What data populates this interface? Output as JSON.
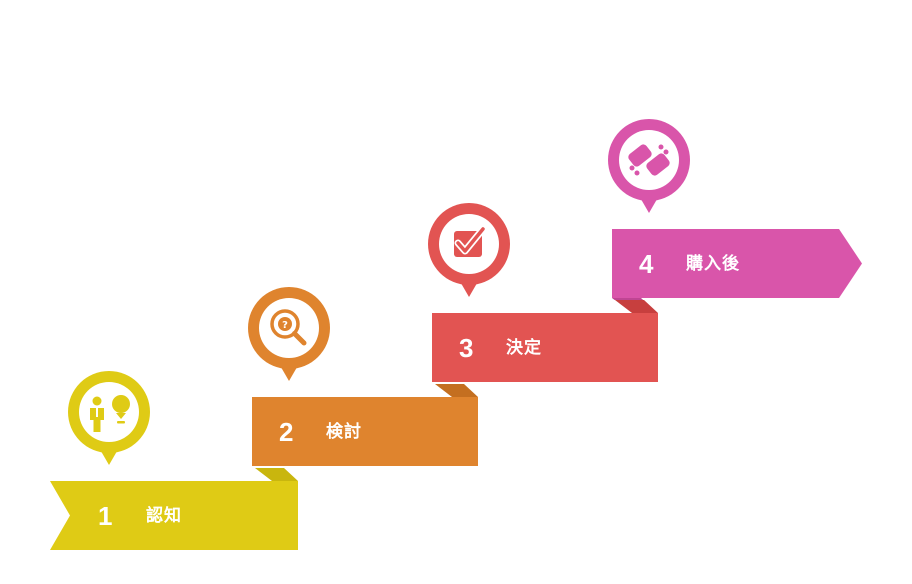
{
  "steps": [
    {
      "number": "1",
      "label": "認知",
      "color": "#dfcb15",
      "fold_color": "#c9b60e",
      "icon": "person-idea-icon"
    },
    {
      "number": "2",
      "label": "検討",
      "color": "#df842e",
      "fold_color": "#c46f20",
      "icon": "magnifier-question-icon"
    },
    {
      "number": "3",
      "label": "決定",
      "color": "#e25452",
      "fold_color": "#c73f3e",
      "icon": "checkbox-check-icon"
    },
    {
      "number": "4",
      "label": "購入後",
      "color": "#d955aa",
      "fold_color": "#bf4593",
      "icon": "handshake-icon"
    }
  ]
}
